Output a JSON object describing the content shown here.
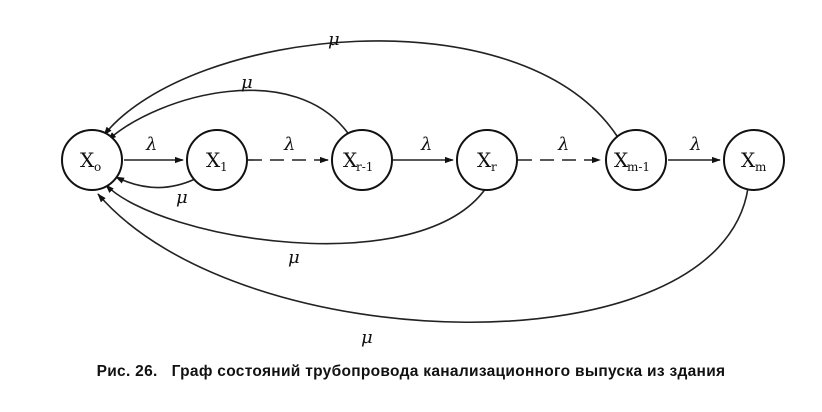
{
  "caption": {
    "figure": "Рис. 26.",
    "text": "Граф состояний трубопровода канализационного выпуска из здания"
  },
  "nodes": [
    {
      "id": "x0",
      "base": "X",
      "sub": "o"
    },
    {
      "id": "x1",
      "base": "X",
      "sub": "1"
    },
    {
      "id": "xr-1",
      "base": "X",
      "sub": "r-1"
    },
    {
      "id": "xr",
      "base": "X",
      "sub": "r"
    },
    {
      "id": "xm-1",
      "base": "X",
      "sub": "m-1"
    },
    {
      "id": "xm",
      "base": "X",
      "sub": "m"
    }
  ],
  "rates": {
    "forward": "λ",
    "back": "μ"
  }
}
